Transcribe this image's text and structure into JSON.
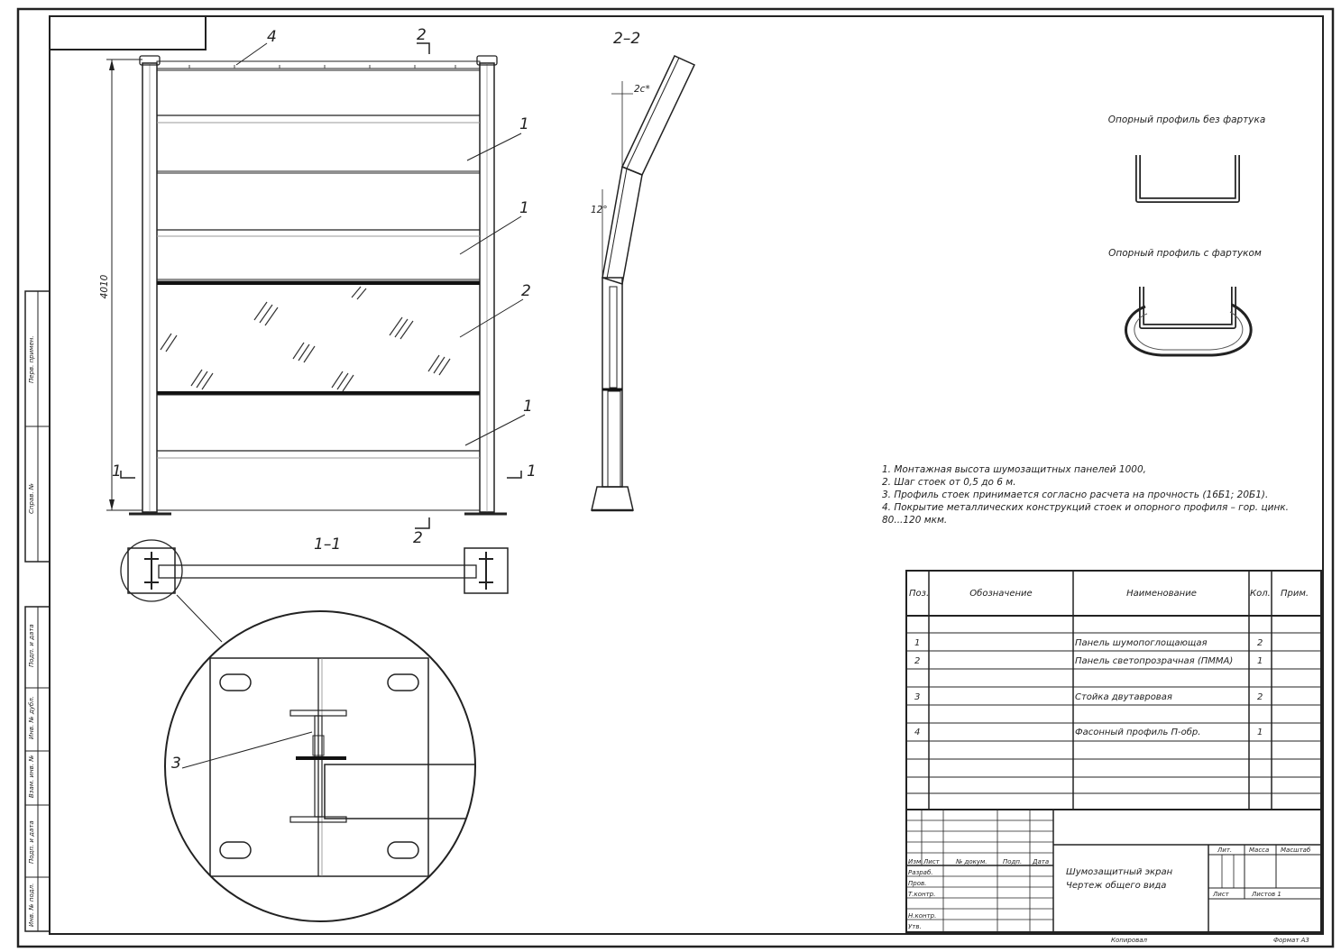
{
  "elevation": {
    "height_dim": "4010",
    "callouts": {
      "top": "4",
      "panel_a": "1",
      "panel_b": "1",
      "glass": "2",
      "panel_c": "1"
    },
    "cut_1_left": "1",
    "cut_1_right": "1",
    "cut_2_top": "2",
    "cut_2_bottom": "2"
  },
  "section_2": {
    "title": "2–2",
    "angle_top": "2c*",
    "angle_bottom": "12°"
  },
  "section_1": {
    "title": "1–1",
    "detail_callout": "3"
  },
  "profiles": {
    "without_bead": "Опорный профиль без фартука",
    "with_bead": "Опорный профиль с фартуком"
  },
  "notes": [
    "1. Монтажная высота шумозащитных панелей 1000,",
    "2. Шаг стоек от 0,5 до 6 м.",
    "3. Профиль стоек принимается согласно расчета на прочность (16Б1; 20Б1).",
    "4. Покрытие металлических конструкций стоек и опорного профиля – гор. цинк.",
    "80...120 мкм."
  ],
  "spec_table": {
    "headers": {
      "pos": "Поз.",
      "designation": "Обозначение",
      "name": "Наименование",
      "qty": "Кол.",
      "note": "Прим."
    },
    "rows": [
      {
        "pos": "1",
        "name": "Панель шумопоглощающая",
        "qty": "2"
      },
      {
        "pos": "2",
        "name": "Панель светопрозрачная (ПММА)",
        "qty": "1"
      },
      {
        "pos": "3",
        "name": "Стойка двутавровая",
        "qty": "2"
      },
      {
        "pos": "4",
        "name": "Фасонный профиль П-обр.",
        "qty": "1"
      }
    ]
  },
  "title_block": {
    "title_line1": "Шумозащитный экран",
    "title_line2": "Чертеж общего вида",
    "col_izm": "Изм.",
    "col_list": "Лист",
    "col_doc": "№ докум.",
    "col_sign": "Подп.",
    "col_date": "Дата",
    "razrab": "Разраб.",
    "prov": "Пров.",
    "tkontr": "Т.контр.",
    "nkontr": "Н.контр.",
    "utv": "Утв.",
    "lit": "Лит.",
    "massa": "Масса",
    "masshtab": "Масштаб",
    "sheet": "Лист",
    "sheets": "Листов 1",
    "kopiroval": "Копировал",
    "format": "Формат А3"
  },
  "side_strip": {
    "perv_primen": "Перв. примен.",
    "sprav": "Справ. №",
    "podp_data1": "Подп. и дата",
    "inv_dubl": "Инв. № дубл.",
    "vzam_inv": "Взам. инв. №",
    "podp_data2": "Подп. и дата",
    "inv_podl": "Инв. № подл."
  }
}
